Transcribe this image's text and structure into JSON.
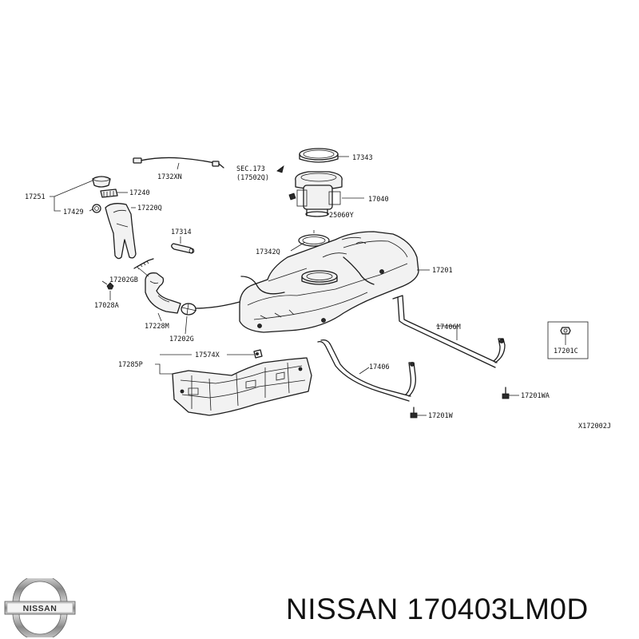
{
  "labels": {
    "p17343": "17343",
    "sec173": "SEC.173",
    "p17502q": "(17502Q)",
    "p17040": "17040",
    "p25060y": "25060Y",
    "p17342q": "17342Q",
    "p17201": "17201",
    "p1732xn": "1732XN",
    "p17251": "17251",
    "p17240": "17240",
    "p17429": "17429",
    "p17220q": "17220Q",
    "p17314": "17314",
    "p17202gb": "17202GB",
    "p17028a": "17028A",
    "p17228m": "17228M",
    "p17202g": "17202G",
    "p17285p": "17285P",
    "p17574x": "17574X",
    "p17406m": "17406M",
    "p17406": "17406",
    "p17201c": "17201C",
    "p17201wa": "17201WA",
    "p17201w": "17201W",
    "drawing_code": "X172002J"
  },
  "footer": {
    "brand_logo_text": "NISSAN",
    "title": "NISSAN 170403LM0D"
  }
}
